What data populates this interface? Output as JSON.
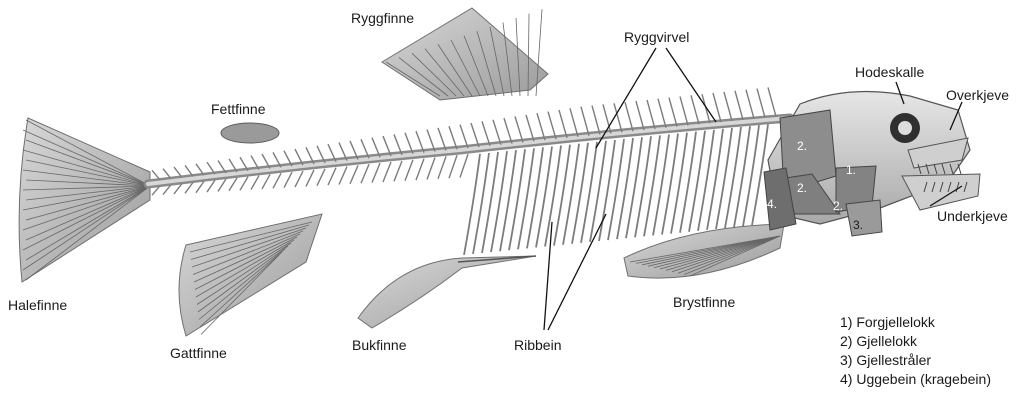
{
  "diagram": {
    "labels": {
      "ryggfinne": "Ryggfinne",
      "ryggvirvel": "Ryggvirvel",
      "hodeskalle": "Hodeskalle",
      "overkjeve": "Overkjeve",
      "fettfinne": "Fettfinne",
      "underkjeve": "Underkjeve",
      "halefinne": "Halefinne",
      "brystfinne": "Brystfinne",
      "gattfinne": "Gattfinne",
      "bukfinne": "Bukfinne",
      "ribbein": "Ribbein"
    },
    "skull_numbers": {
      "n2_top": "2.",
      "n1": "1.",
      "n2_mid": "2.",
      "n2_low": "2.",
      "n4": "4.",
      "n3": "3."
    },
    "legend": [
      "1) Forgjellelokk",
      "2) Gjellelokk",
      "3) Gjellestråler",
      "4) Uggebein (kragebein)"
    ]
  }
}
